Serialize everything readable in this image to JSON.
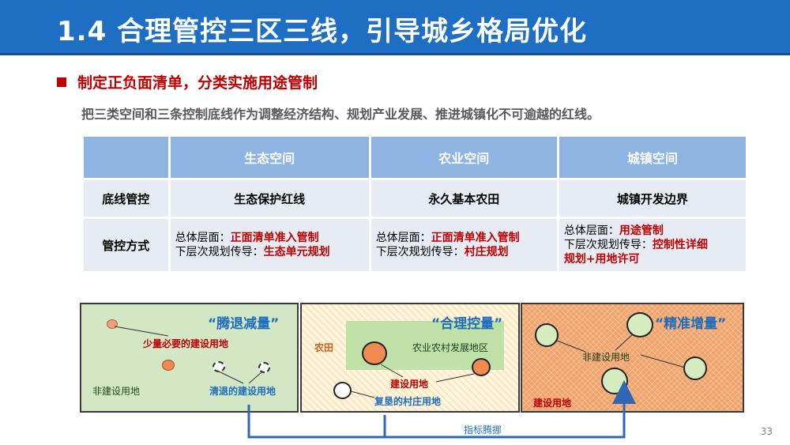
{
  "header": {
    "title": "1.4 合理管控三区三线，引导城乡格局优化"
  },
  "section": {
    "bullet": "制定正负面清单，分类实施用途管制"
  },
  "intro": "把三类空间和三条控制底线作为调整经济结构、规划产业发展、推进城镇化不可逾越的红线。",
  "table": {
    "columns": [
      "",
      "生态空间",
      "农业空间",
      "城镇空间"
    ],
    "row_bottom_line": {
      "label": "底线管控",
      "values": [
        "生态保护红线",
        "永久基本农田",
        "城镇开发边界"
      ]
    },
    "row_control": {
      "label": "管控方式",
      "eco": {
        "l1_pre": "总体层面：",
        "l1_red": "正面清单准入管制",
        "l2_pre": "下层次规划传导：",
        "l2_red": "生态单元规划"
      },
      "agri": {
        "l1_pre": "总体层面：",
        "l1_red": "正面清单准入管制",
        "l2_pre": "下层次规划传导：",
        "l2_red": "村庄规划"
      },
      "urban": {
        "l1_pre": "总体层面：",
        "l1_red": "用途管制",
        "l2_pre": "下层次规划传导：",
        "l2_red": "控制性详细",
        "l3_red": "规划+用地许可"
      }
    }
  },
  "panels": {
    "p1": {
      "title": "“腾退减量”",
      "necessary": "少量必要的建设用地",
      "nonbuild": "非建设用地",
      "vacate": "清退的建设用地"
    },
    "p2": {
      "title": "“合理控量”",
      "farmland": "农田",
      "zone": "农业农村发展地区",
      "build": "建设用地",
      "village": "复垦的村庄用地"
    },
    "p3": {
      "title": "“精准增量”",
      "nonbuild": "非建设用地",
      "build": "建设用地"
    }
  },
  "flow_label": "指标腾挪",
  "page_number": "33",
  "colors": {
    "title_bar": "#1e6fc4",
    "accent_red": "#c00000",
    "table_head": "#8eb4e3",
    "arrow": "#2f67b6"
  }
}
